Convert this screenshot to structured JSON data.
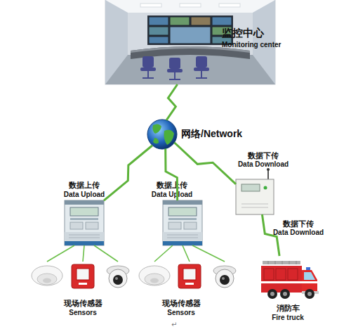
{
  "diagram": {
    "nodes": [
      {
        "text": [
          "监控中心",
          "Monitoring center"
        ]
      },
      {
        "text": [
          "网络/Network"
        ]
      },
      {
        "text": [
          "数据上传",
          "Data Upload"
        ]
      },
      {
        "text": [
          "数据上传",
          "Data Upload"
        ]
      },
      {
        "text": [
          "数据下传",
          "Data Download"
        ]
      },
      {
        "text": [
          "现场传感器",
          "Sensors"
        ]
      },
      {
        "text": [
          "现场传感器",
          "Sensors"
        ]
      },
      {
        "text": [
          "消防车",
          "Fire truck"
        ]
      }
    ],
    "edges": [
      {
        "from": 0,
        "to": 1,
        "arrow": "none"
      },
      {
        "from": 2,
        "to": 1,
        "arrow": "none"
      },
      {
        "from": 3,
        "to": 1,
        "arrow": "none"
      },
      {
        "from": 1,
        "to": 4,
        "arrow": "none"
      },
      {
        "from": 4,
        "to": 7,
        "arrow": "none"
      },
      {
        "from": 2,
        "to": 5,
        "arrow": "none"
      },
      {
        "from": 3,
        "to": 6,
        "arrow": "none"
      }
    ],
    "labels": [
      "数据下传",
      "Data Download",
      "↵"
    ]
  }
}
